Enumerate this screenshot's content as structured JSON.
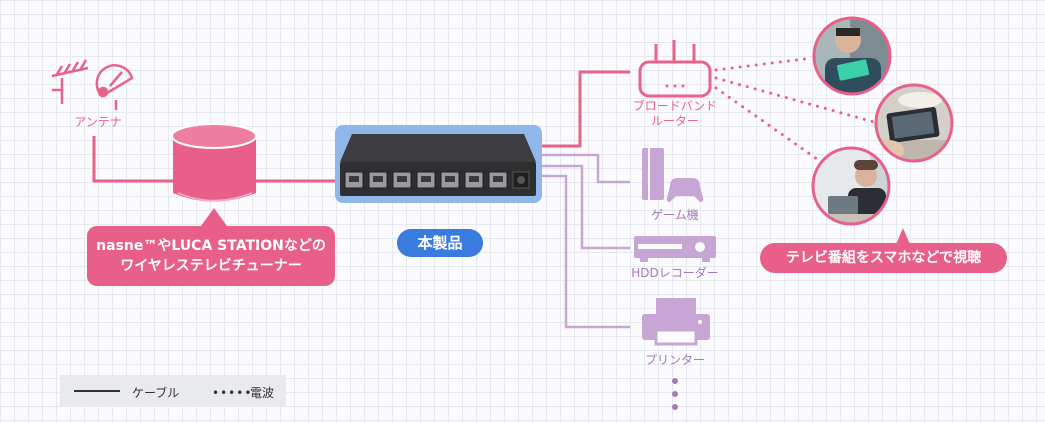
{
  "labels": {
    "antenna": "アンテナ",
    "router_line1": "ブロードバンド",
    "router_line2": "ルーター",
    "game": "ゲーム機",
    "hdd": "HDDレコーダー",
    "printer": "プリンター",
    "product": "本製品"
  },
  "tuner_callout": {
    "line1": "nasne™やLUCA STATIONなどの",
    "line2": "ワイヤレステレビチューナー"
  },
  "watch_callout": "テレビ番組をスマホなどで視聴",
  "legend": {
    "cable": "ケーブル",
    "radio_dots": "•••••",
    "radio": "電波"
  },
  "icons": {
    "antenna": "tv-antenna-icon",
    "dish": "satellite-dish-icon",
    "tuner": "wireless-tuner-icon",
    "switch": "network-switch-icon",
    "router": "router-icon",
    "game": "game-console-icon",
    "hdd": "hdd-recorder-icon",
    "printer": "printer-icon"
  },
  "colors": {
    "pink": "#e8638a",
    "purple": "#b793c9",
    "blue": "#3a7be0",
    "switch_frame": "#8fb7ea"
  }
}
